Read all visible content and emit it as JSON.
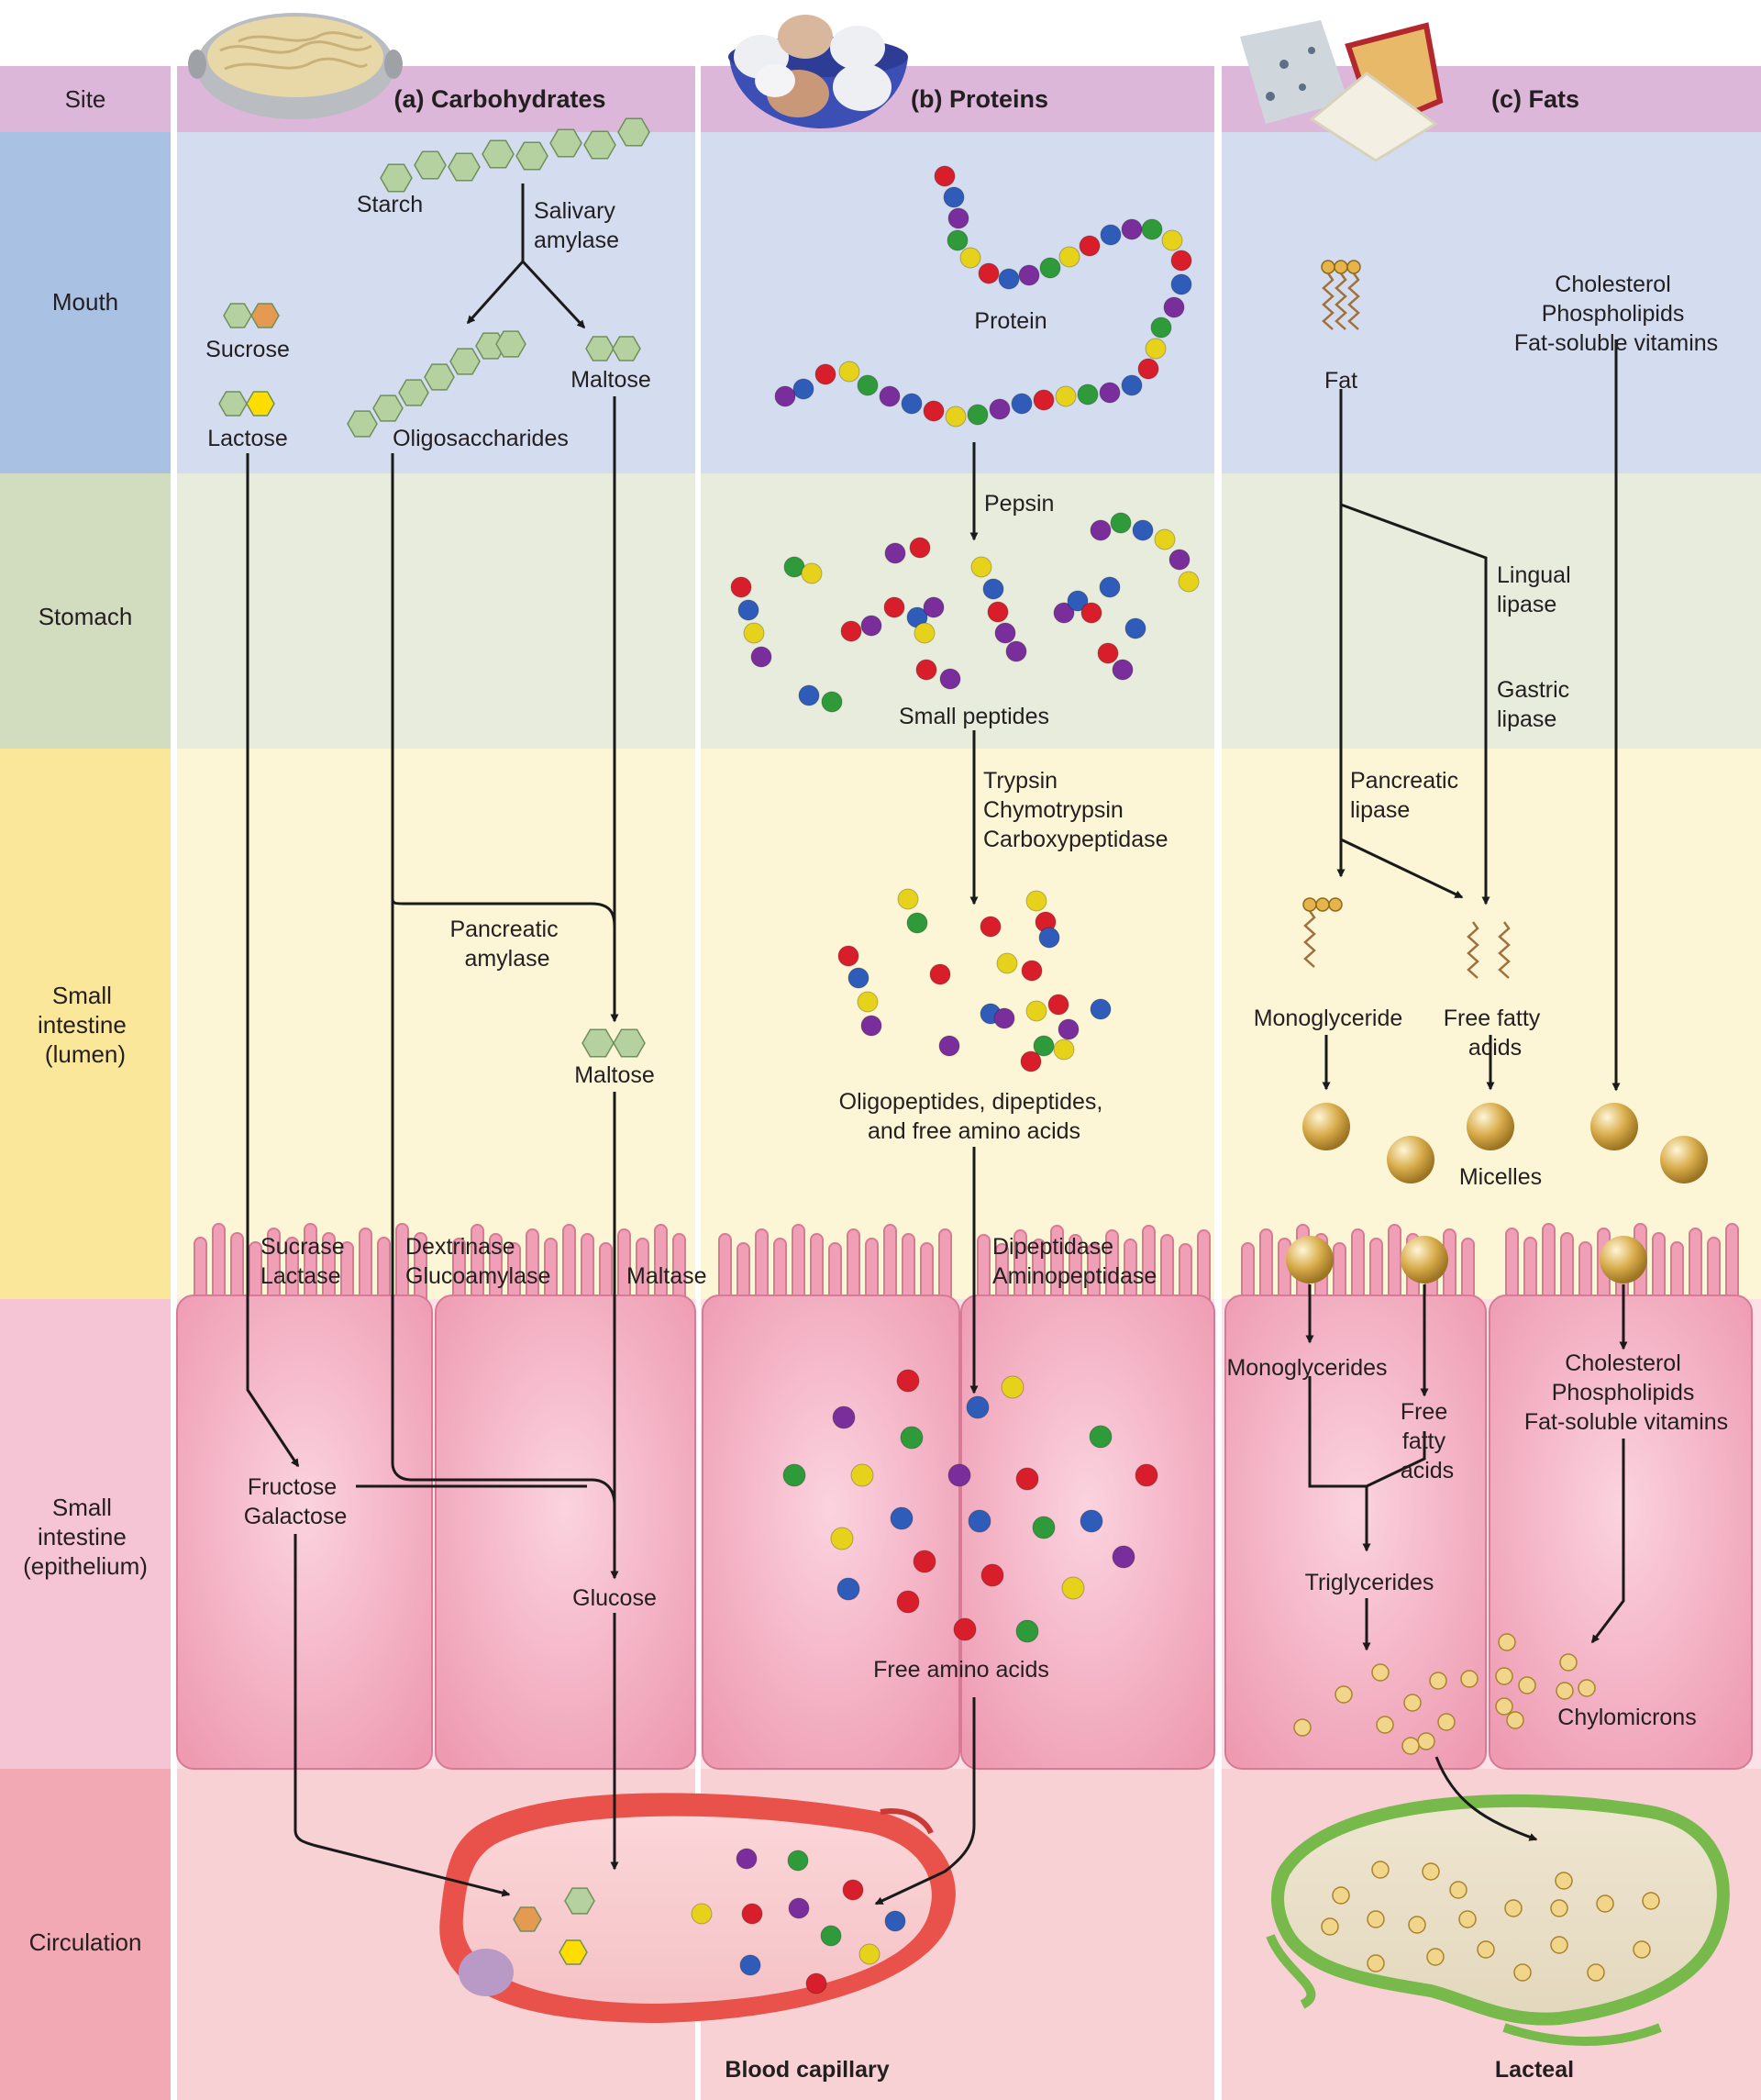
{
  "sites": {
    "header": "Site",
    "mouth": "Mouth",
    "stomach": "Stomach",
    "lumen": [
      "Small",
      "intestine",
      "(lumen)"
    ],
    "epithelium": [
      "Small",
      "intestine",
      "(epithelium)"
    ],
    "circulation": "Circulation"
  },
  "columns": {
    "carbohydrates": "(a) Carbohydrates",
    "proteins": "(b) Proteins",
    "fats": "(c) Fats"
  },
  "carbs": {
    "starch": "Starch",
    "salivary_amylase": [
      "Salivary",
      "amylase"
    ],
    "sucrose": "Sucrose",
    "lactose": "Lactose",
    "oligosaccharides": "Oligosaccharides",
    "maltose_mouth": "Maltose",
    "pancreatic_amylase": [
      "Pancreatic",
      "amylase"
    ],
    "maltose_lumen": "Maltose",
    "enzymes_a": [
      "Sucrase",
      "Lactase"
    ],
    "enzymes_b": [
      "Dextrinase",
      "Glucoamylase"
    ],
    "enzyme_c": "Maltase",
    "fructose_galactose": [
      "Fructose",
      "Galactose"
    ],
    "glucose": "Glucose"
  },
  "proteins": {
    "protein": "Protein",
    "pepsin": "Pepsin",
    "small_peptides": "Small peptides",
    "enzymes": [
      "Trypsin",
      "Chymotrypsin",
      "Carboxypeptidase"
    ],
    "oligopeptides": [
      "Oligopeptides, dipeptides,",
      "and free amino acids"
    ],
    "brush_enzymes": [
      "Dipeptidase",
      "Aminopeptidase"
    ],
    "free_amino_acids": "Free amino acids"
  },
  "fats": {
    "fat": "Fat",
    "cholesterol_group": [
      "Cholesterol",
      "Phospholipids",
      "Fat-soluble vitamins"
    ],
    "lingual_lipase": [
      "Lingual",
      "lipase"
    ],
    "gastric_lipase": [
      "Gastric",
      "lipase"
    ],
    "pancreatic_lipase": [
      "Pancreatic",
      "lipase"
    ],
    "monoglyceride": "Monoglyceride",
    "free_fatty_acids": [
      "Free fatty",
      "acids"
    ],
    "micelles": "Micelles",
    "monoglycerides": "Monoglycerides",
    "free_fatty_acids_cell": [
      "Free",
      "fatty",
      "acids"
    ],
    "triglycerides": "Triglycerides",
    "cholesterol_cell": [
      "Cholesterol",
      "Phospholipids",
      "Fat-soluble vitamins"
    ],
    "chylomicrons": "Chylomicrons"
  },
  "footers": {
    "blood_capillary": "Blood capillary",
    "lacteal": "Lacteal"
  },
  "colors": {
    "site_header": "#dcb7d9",
    "mouth": "#a9c1e2",
    "mouth_panel": "#d3ddef",
    "stomach": "#d2dcbe",
    "stomach_panel": "#e7ecdc",
    "lumen": "#fbe79a",
    "lumen_panel": "#fdf6d6",
    "epithelium": "#f6c5d5",
    "circulation": "#f2a9b4",
    "circulation_panel": "#f8d1d5",
    "cell_fill": "#f2a5b9",
    "capillary_wall": "#e8524b",
    "lacteal_wall": "#78b94b",
    "hexagon_green": "#b5d19f",
    "hexagon_orange": "#e59a52",
    "hexagon_yellow": "#ffdd00",
    "micelle": "#cfa13d"
  }
}
